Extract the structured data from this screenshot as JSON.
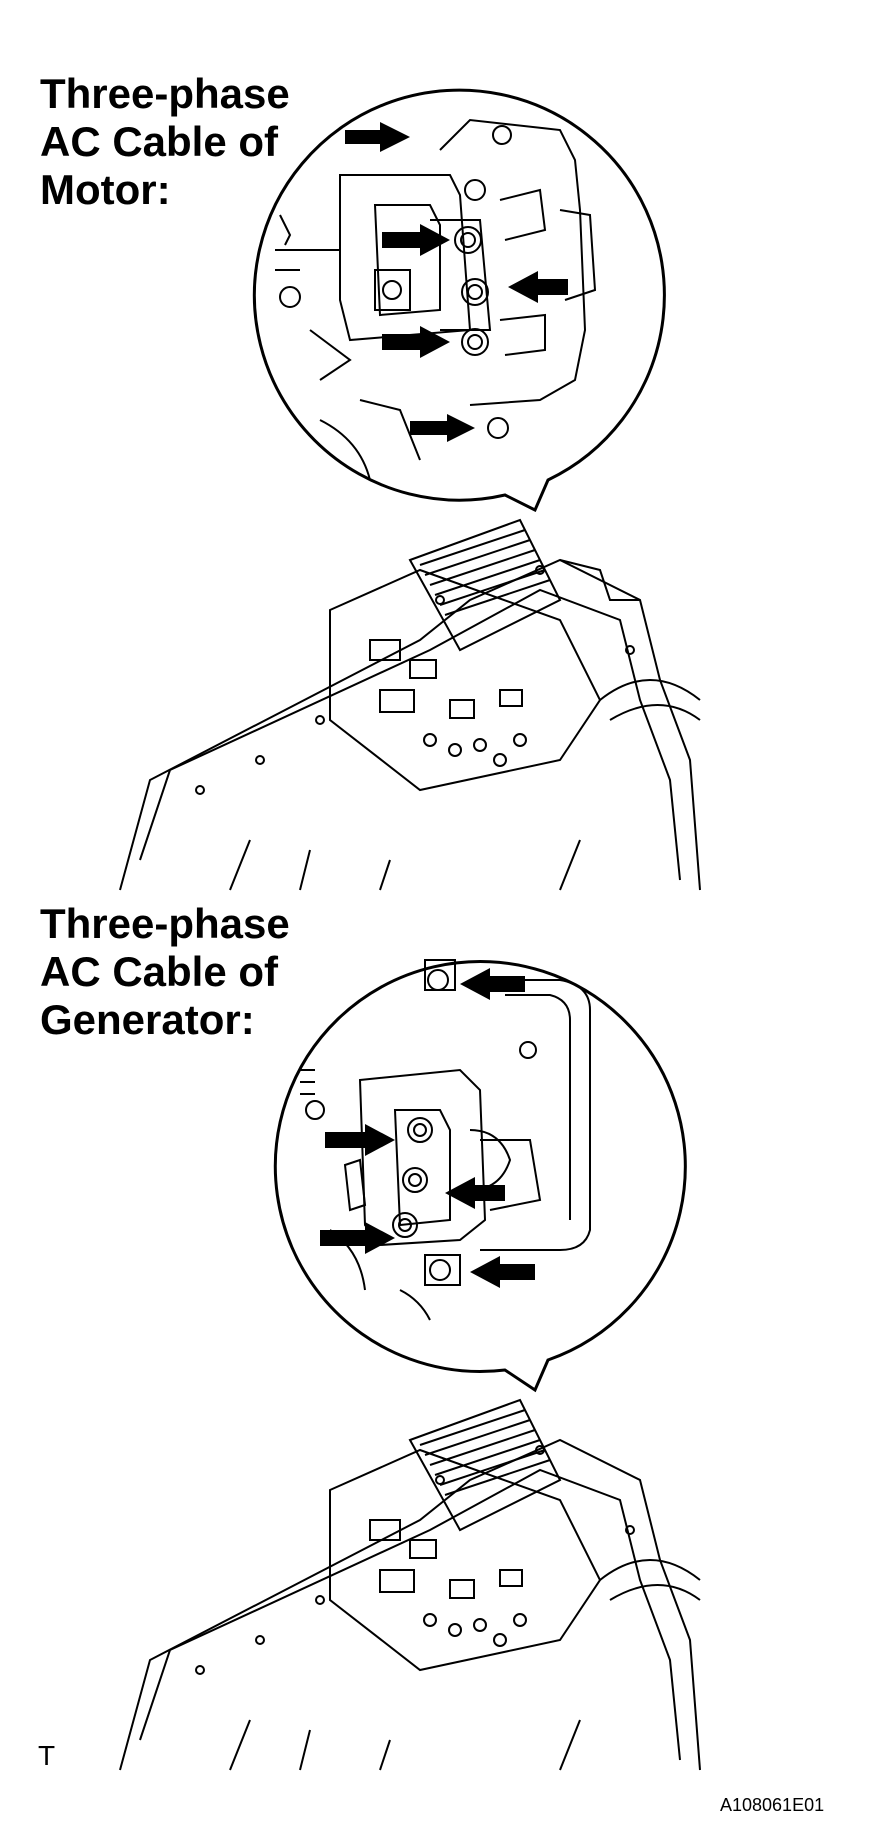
{
  "figure": {
    "top_label": "Three-phase\nAC Cable of\nMotor:",
    "bottom_label": "Three-phase\nAC Cable of\nGenerator:",
    "corner_mark": "T",
    "figure_code": "A108061E01"
  },
  "colors": {
    "line": "#000000",
    "background": "#ffffff"
  }
}
